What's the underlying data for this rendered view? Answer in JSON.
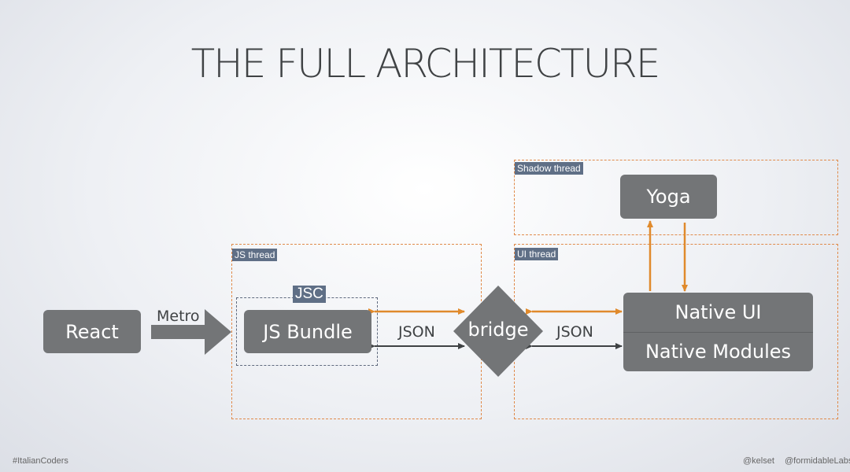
{
  "title": "THE FULL ARCHITECTURE",
  "zones": {
    "shadow_thread": "Shadow thread",
    "js_thread": "JS thread",
    "ui_thread": "UI thread",
    "jsc": "JSC"
  },
  "nodes": {
    "react": "React",
    "js_bundle": "JS Bundle",
    "bridge": "bridge",
    "yoga": "Yoga",
    "native_ui": "Native UI",
    "native_modules": "Native Modules"
  },
  "edge_labels": {
    "metro": "Metro",
    "json_left": "JSON",
    "json_right": "JSON"
  },
  "footer": {
    "left": "#ItalianCoders",
    "handle_1": "@kelset",
    "handle_2": "@formidableLabs"
  },
  "colors": {
    "node_fill": "#737577",
    "orange_arrow": "#e08a2c",
    "dark_arrow": "#3f4244",
    "tag_fill": "#5f6f86"
  }
}
